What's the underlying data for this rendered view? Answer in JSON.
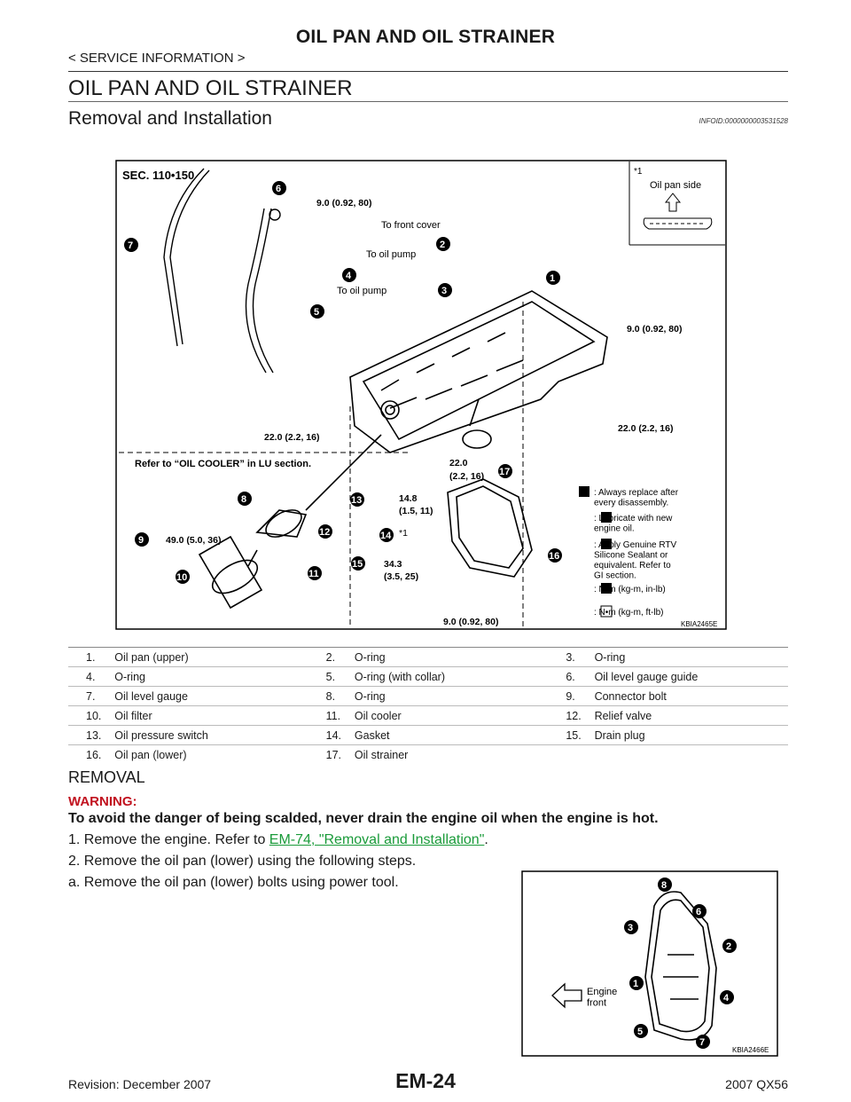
{
  "header": {
    "title": "OIL PAN AND OIL STRAINER",
    "breadcrumb": "< SERVICE INFORMATION >"
  },
  "section": {
    "title": "OIL PAN AND OIL STRAINER",
    "subsection": "Removal and Installation",
    "infoid": "INFOID:0000000003531528"
  },
  "figure1": {
    "sec_label": "SEC. 110•150",
    "inset_star": "*1",
    "inset_label": "Oil pan side",
    "to_front_cover": "To front cover",
    "to_oil_pump_1": "To oil pump",
    "to_oil_pump_2": "To oil pump",
    "refer": "Refer to “OIL COOLER” in LU section.",
    "torques": {
      "t6": "9.0 (0.92, 80)",
      "t1": "9.0 (0.92, 80)",
      "t_left": "22.0 (2.2, 16)",
      "t_right": "22.0 (2.2, 16)",
      "t17a": "22.0",
      "t17b": "(2.2, 16)",
      "t13a": "14.8",
      "t13b": "(1.5, 11)",
      "t9": "49.0 (5.0, 36)",
      "t15a": "34.3",
      "t15b": "(3.5, 25)",
      "t_bottom": "9.0 (0.92, 80)",
      "star14": "*1"
    },
    "callouts": [
      "1",
      "2",
      "3",
      "4",
      "5",
      "6",
      "7",
      "8",
      "9",
      "10",
      "11",
      "12",
      "13",
      "14",
      "15",
      "16",
      "17"
    ],
    "legend": {
      "replace": ": Always replace after\nevery disassembly.",
      "lubricate": ": Lubricate with new\nengine oil.",
      "sealant": ": Apply Genuine RTV\nSilicone Sealant or\nequivalent. Refer to\nGI section.",
      "inlb": ": N•m (kg-m, in-lb)",
      "ftlb": ": N•m (kg-m, ft-lb)"
    },
    "code": "KBIA2465E"
  },
  "parts": [
    [
      {
        "n": "1.",
        "t": "Oil pan (upper)"
      },
      {
        "n": "2.",
        "t": "O-ring"
      },
      {
        "n": "3.",
        "t": "O-ring"
      }
    ],
    [
      {
        "n": "4.",
        "t": "O-ring"
      },
      {
        "n": "5.",
        "t": "O-ring (with collar)"
      },
      {
        "n": "6.",
        "t": "Oil level gauge guide"
      }
    ],
    [
      {
        "n": "7.",
        "t": "Oil level gauge"
      },
      {
        "n": "8.",
        "t": "O-ring"
      },
      {
        "n": "9.",
        "t": "Connector bolt"
      }
    ],
    [
      {
        "n": "10.",
        "t": "Oil filter"
      },
      {
        "n": "11.",
        "t": "Oil cooler"
      },
      {
        "n": "12.",
        "t": "Relief valve"
      }
    ],
    [
      {
        "n": "13.",
        "t": "Oil pressure switch"
      },
      {
        "n": "14.",
        "t": "Gasket"
      },
      {
        "n": "15.",
        "t": "Drain plug"
      }
    ],
    [
      {
        "n": "16.",
        "t": "Oil pan (lower)"
      },
      {
        "n": "17.",
        "t": "Oil strainer"
      },
      {
        "n": "",
        "t": ""
      }
    ]
  ],
  "removal": {
    "heading": "REMOVAL",
    "warning_label": "WARNING:",
    "warning_text": "To avoid the danger of being scalded, never drain the engine oil when the engine is hot.",
    "step1_prefix": "1.  Remove the engine. Refer to ",
    "step1_link": "EM-74, \"Removal and Installation\"",
    "step1_suffix": ".",
    "step2": "2.  Remove the oil pan (lower) using the following steps.",
    "stepa": "a.  Remove the oil pan (lower) bolts using power tool."
  },
  "figure2": {
    "engine_front": "Engine\nfront",
    "bolts": [
      "1",
      "2",
      "3",
      "4",
      "5",
      "6",
      "7",
      "8"
    ],
    "code": "KBIA2466E"
  },
  "footer": {
    "page": "EM-24",
    "revision": "Revision: December 2007",
    "model": "2007 QX56"
  }
}
